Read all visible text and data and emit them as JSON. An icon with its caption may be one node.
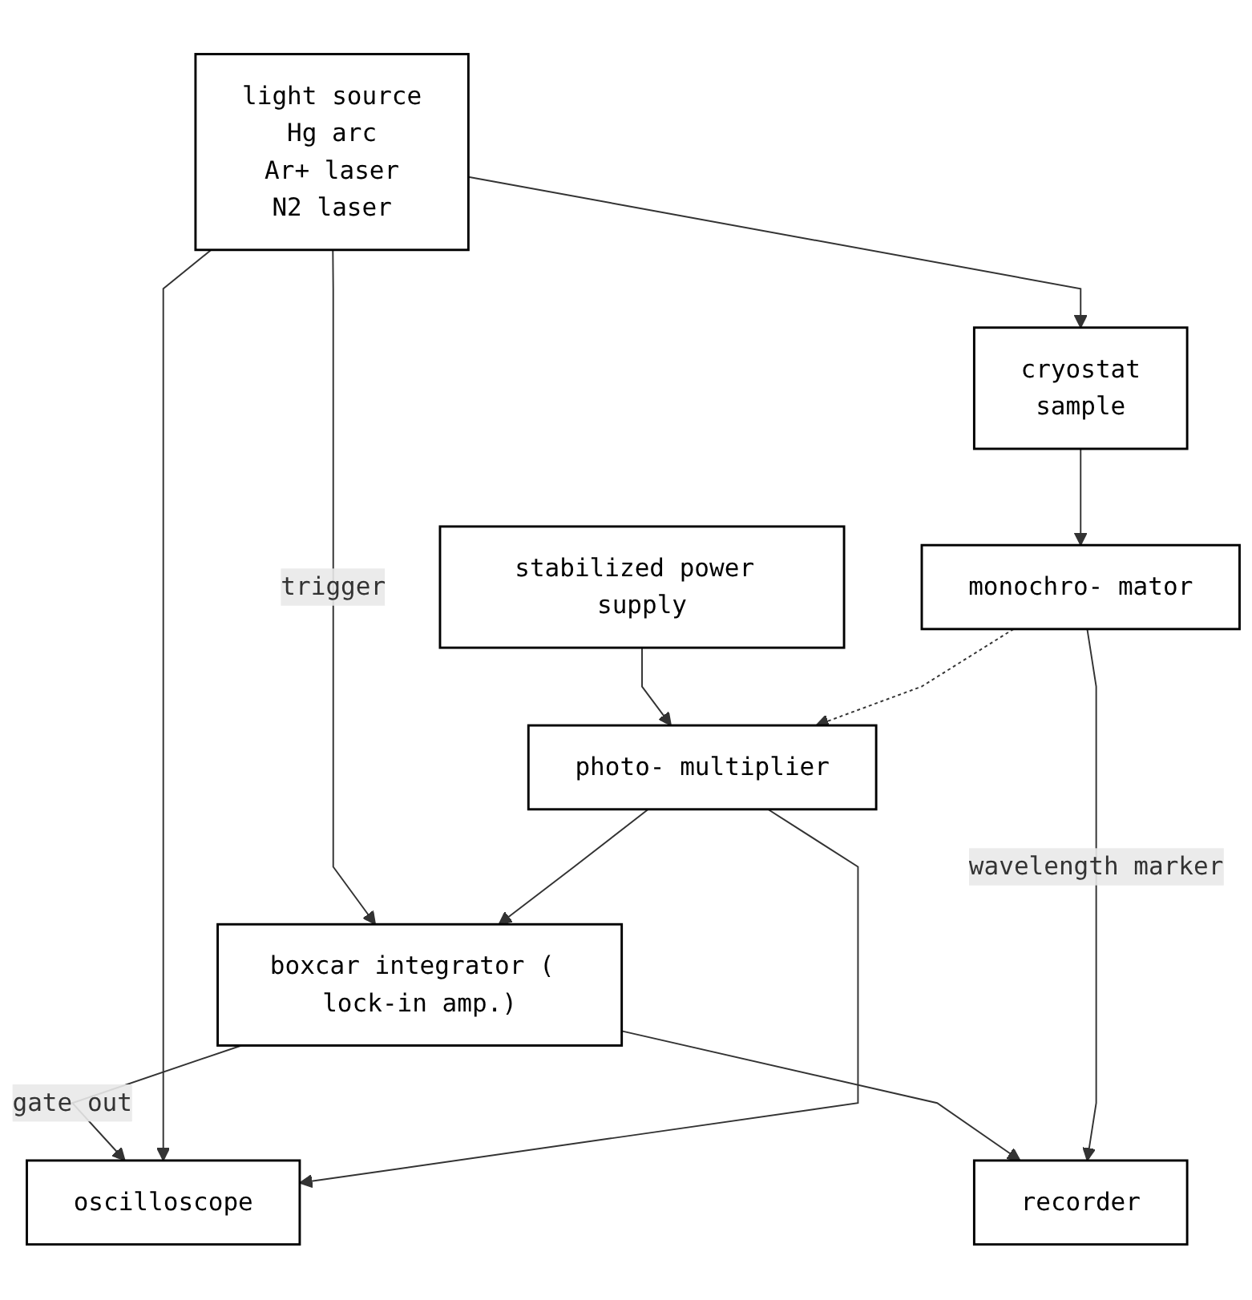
{
  "diagram": {
    "nodes": [
      {
        "text": [
          "monochro- mator"
        ]
      },
      {
        "text": [
          "cryostat",
          "sample"
        ]
      },
      {
        "text": [
          "light source",
          "Hg arc",
          "Ar+ laser",
          "N2 laser"
        ]
      },
      {
        "text": [
          "photo- multiplier"
        ]
      },
      {
        "text": [
          "stabilized power supply"
        ]
      },
      {
        "text": [
          "boxcar integrator ( lock-in amp.)"
        ]
      },
      {
        "text": [
          "oscilloscope"
        ]
      },
      {
        "text": [
          "recorder"
        ]
      }
    ],
    "edges": [
      {
        "from": 2,
        "to": 1,
        "arrow": "to"
      },
      {
        "from": 1,
        "to": 0,
        "arrow": "to"
      },
      {
        "from": 0,
        "to": 3,
        "arrow": "to",
        "style": "dashed"
      },
      {
        "from": 4,
        "to": 3,
        "arrow": "to"
      },
      {
        "from": 3,
        "to": 5,
        "arrow": "to"
      },
      {
        "from": 3,
        "to": 6,
        "arrow": "to"
      },
      {
        "from": 2,
        "to": 5,
        "arrow": "to",
        "label": "trigger"
      },
      {
        "from": 2,
        "to": 6,
        "arrow": "to"
      },
      {
        "from": 5,
        "to": 6,
        "arrow": "to",
        "label": "gate out"
      },
      {
        "from": 0,
        "to": 7,
        "arrow": "to",
        "label": "wavelength marker"
      },
      {
        "from": 5,
        "to": 7,
        "arrow": "to"
      }
    ]
  }
}
